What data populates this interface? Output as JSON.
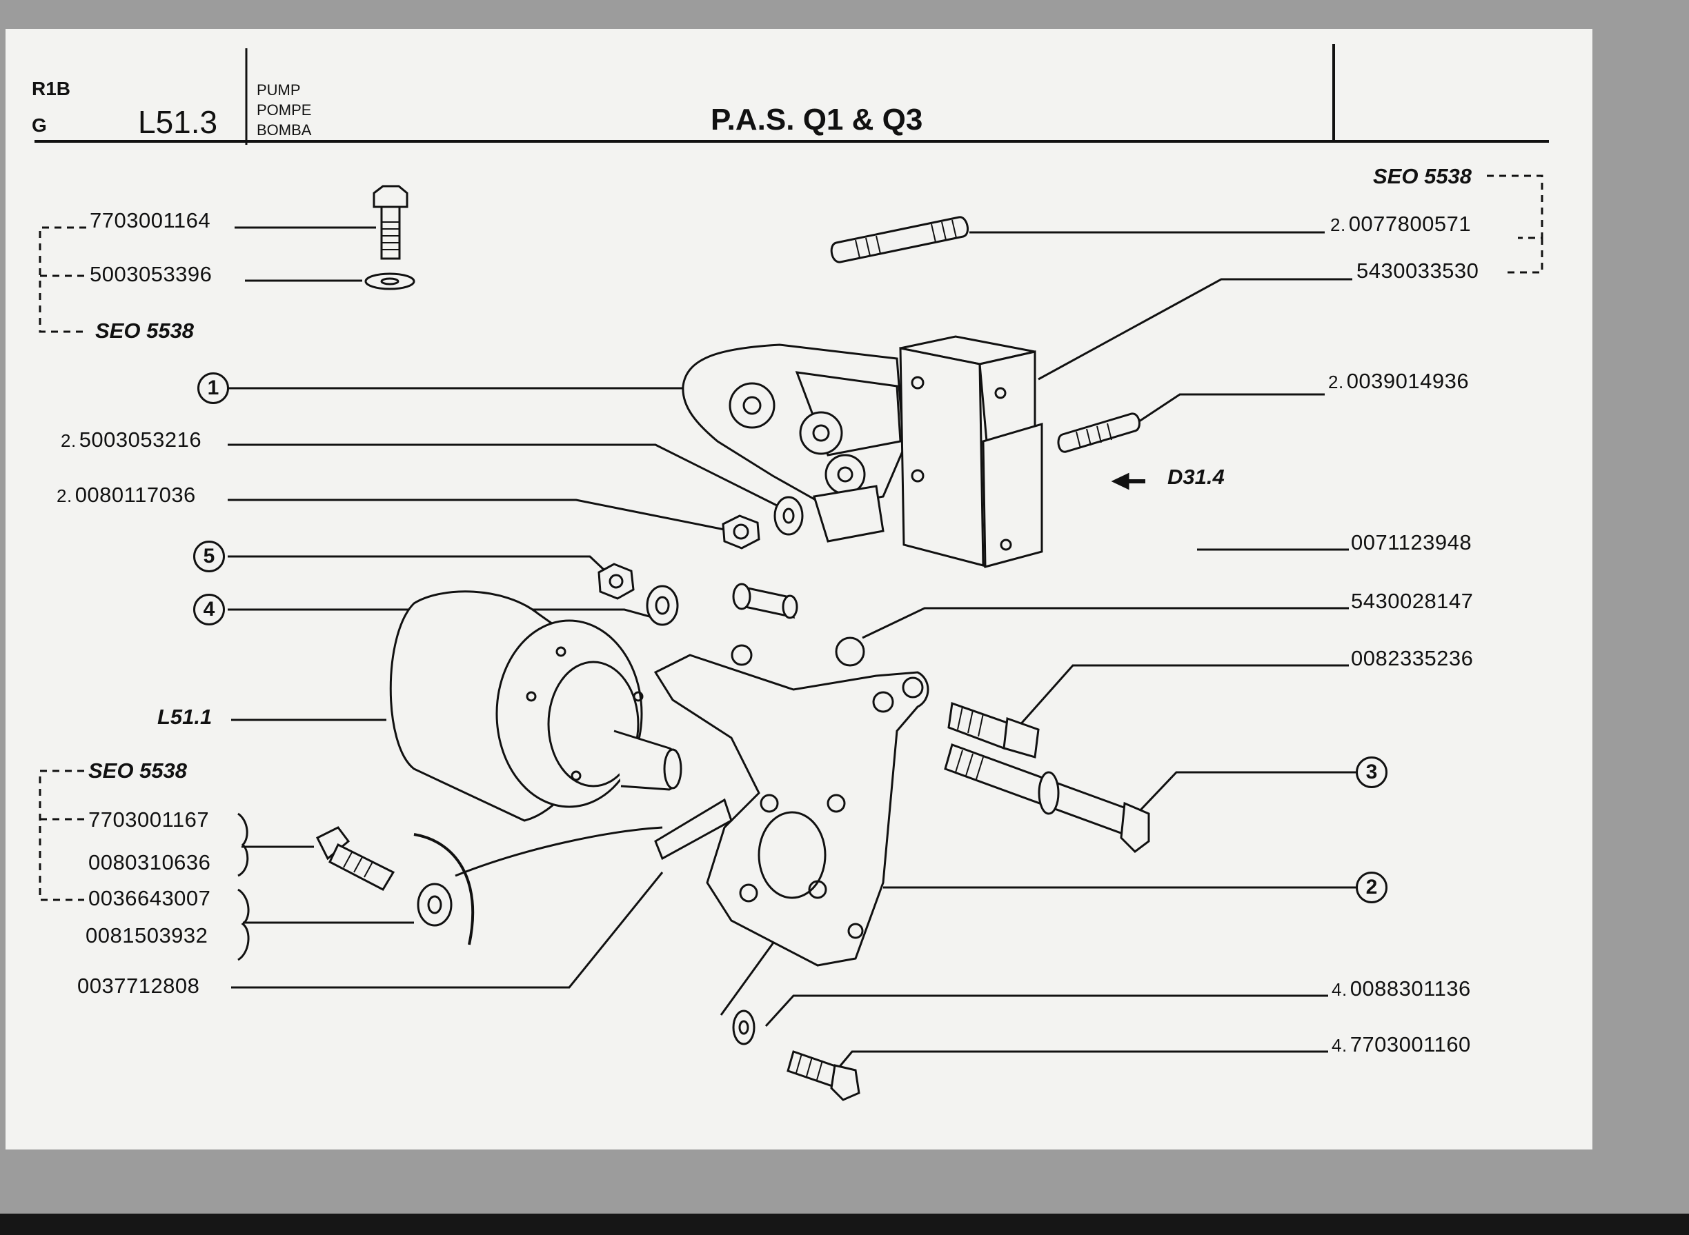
{
  "header": {
    "model": "R1B",
    "grade": "G",
    "section": "L51.3",
    "description": [
      "PUMP",
      "POMPE",
      "BOMBA"
    ],
    "title": "P.A.S. Q1 & Q3"
  },
  "left_labels": [
    {
      "id": "pn-7703001164",
      "text": "7703001164"
    },
    {
      "id": "pn-5003053396",
      "text": "5003053396"
    },
    {
      "id": "ref-seo-top-left",
      "text": "SEO 5538"
    },
    {
      "id": "pn-5003053216",
      "prefix": "2.",
      "text": "5003053216"
    },
    {
      "id": "pn-0080117036",
      "prefix": "2.",
      "text": "0080117036"
    },
    {
      "id": "ref-l51-1",
      "text": "L51.1"
    },
    {
      "id": "ref-seo-bottom-left",
      "text": "SEO 5538"
    },
    {
      "id": "pn-7703001167",
      "text": "7703001167"
    },
    {
      "id": "pn-0080310636",
      "text": "0080310636"
    },
    {
      "id": "pn-0036643007",
      "text": "0036643007"
    },
    {
      "id": "pn-0081503932",
      "text": "0081503932"
    },
    {
      "id": "pn-0037712808",
      "text": "0037712808"
    }
  ],
  "right_labels": [
    {
      "id": "ref-seo-top-right",
      "text": "SEO 5538"
    },
    {
      "id": "pn-0077800571",
      "prefix": "2.",
      "text": "0077800571"
    },
    {
      "id": "pn-5430033530",
      "text": "5430033530"
    },
    {
      "id": "pn-0039014936",
      "prefix": "2.",
      "text": "0039014936"
    },
    {
      "id": "ref-d31-4",
      "text": "D31.4"
    },
    {
      "id": "pn-0071123948",
      "text": "0071123948"
    },
    {
      "id": "pn-5430028147",
      "text": "5430028147"
    },
    {
      "id": "pn-0082335236",
      "text": "0082335236"
    },
    {
      "id": "pn-0088301136",
      "prefix": "4.",
      "text": "0088301136"
    },
    {
      "id": "pn-7703001160",
      "prefix": "4.",
      "text": "7703001160"
    }
  ],
  "callouts": [
    "1",
    "2",
    "3",
    "4",
    "5"
  ]
}
